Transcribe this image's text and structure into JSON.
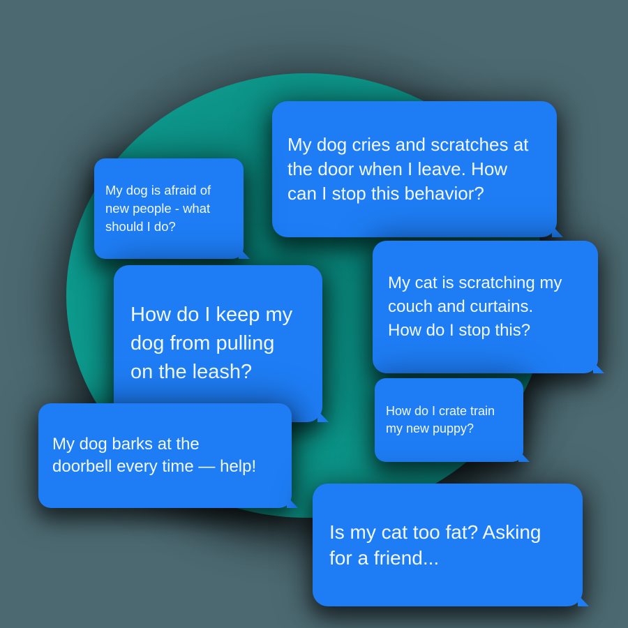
{
  "messages": [
    {
      "id": "dog-cries",
      "text": "My dog cries and scratches at\nthe door when I leave. How\ncan I stop this behavior?"
    },
    {
      "id": "dog-afraid",
      "text": "My dog is afraid of\nnew people - what\nshould I do?"
    },
    {
      "id": "leash-pulling",
      "text": "How do I keep my\ndog from pulling\non the leash?"
    },
    {
      "id": "cat-scratching",
      "text": "My cat is scratching my\ncouch and curtains.\nHow do I stop this?"
    },
    {
      "id": "crate-train",
      "text": "How do I crate train\nmy new puppy?"
    },
    {
      "id": "dog-barks",
      "text": "My dog barks at the\ndoorbell every time — help!"
    },
    {
      "id": "cat-too-fat",
      "text": "Is my cat too fat? Asking\nfor a friend..."
    }
  ],
  "colors": {
    "background": "#4C6971",
    "circle_teal": "#0E9C8F",
    "bubble_blue": "#1E7DF5",
    "bubble_text": "#F3F8FF"
  }
}
